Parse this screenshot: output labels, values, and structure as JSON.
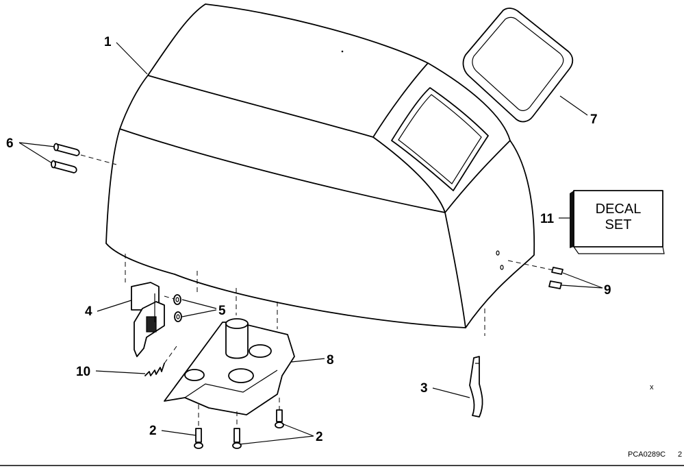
{
  "callouts": {
    "c1": "1",
    "c2a": "2",
    "c2b": "2",
    "c3": "3",
    "c4": "4",
    "c5": "5",
    "c6": "6",
    "c7": "7",
    "c8": "8",
    "c9": "9",
    "c10": "10",
    "c11": "11"
  },
  "decal_set": {
    "line1": "DECAL",
    "line2": "SET"
  },
  "footer": {
    "code": "PCA0289C",
    "sheet": "2",
    "mark": "x"
  }
}
